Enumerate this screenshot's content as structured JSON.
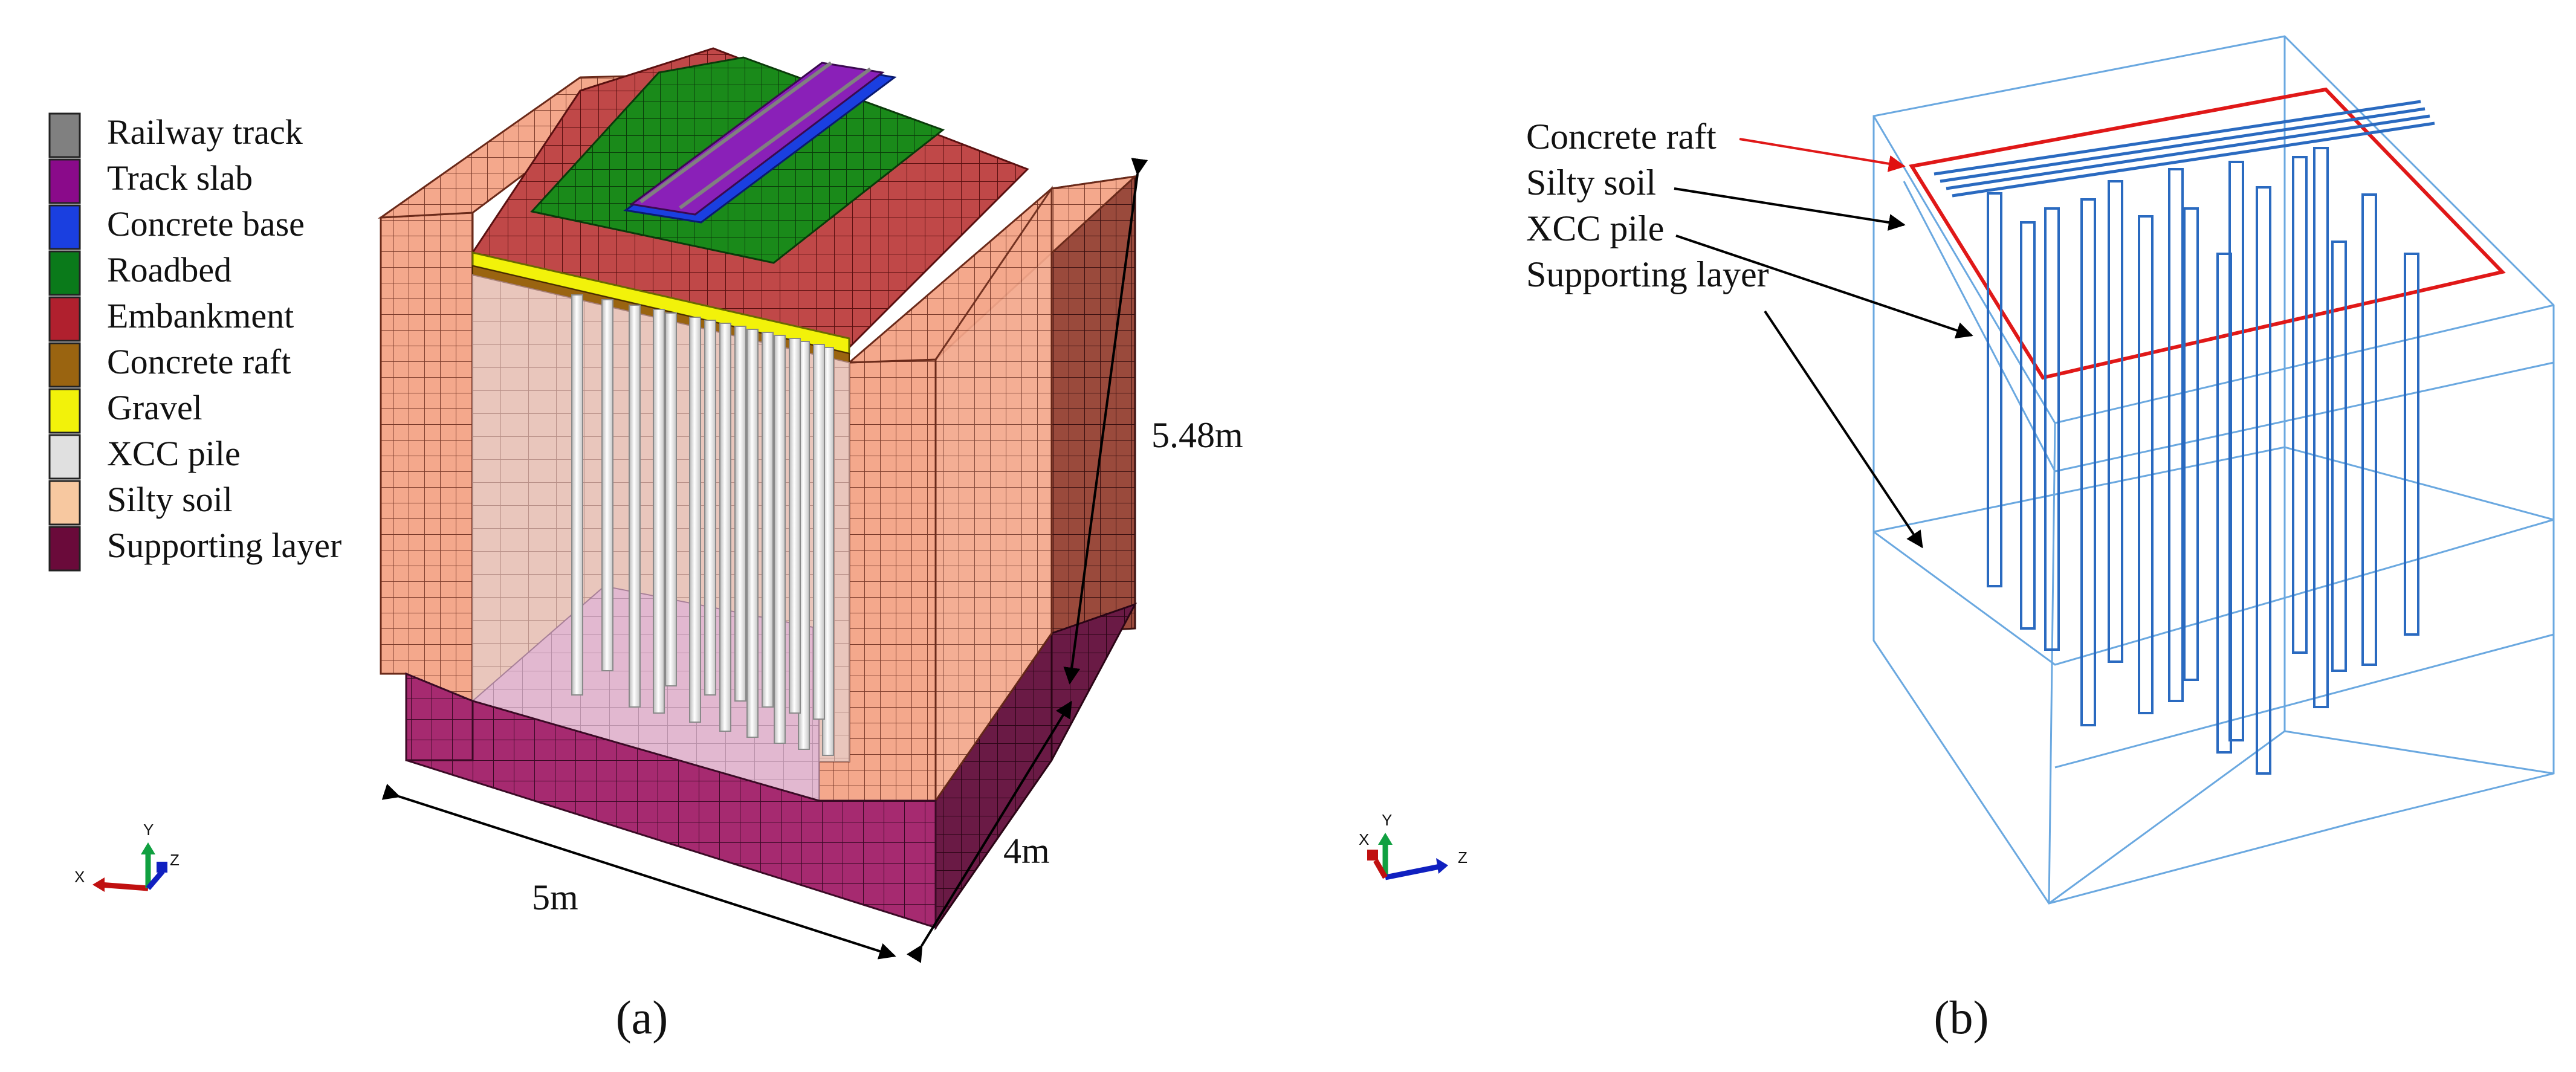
{
  "panel_a": {
    "legend": [
      {
        "label": "Railway track",
        "color": "#808080"
      },
      {
        "label": "Track slab",
        "color": "#8a0a8a"
      },
      {
        "label": "Concrete base",
        "color": "#1a3fe0"
      },
      {
        "label": "Roadbed",
        "color": "#0a7a1a"
      },
      {
        "label": "Embankment",
        "color": "#b0202e"
      },
      {
        "label": "Concrete raft",
        "color": "#9a6410"
      },
      {
        "label": "Gravel",
        "color": "#f2f20a"
      },
      {
        "label": "XCC pile",
        "color": "#e0e0e0"
      },
      {
        "label": "Silty soil",
        "color": "#f7c8a0"
      },
      {
        "label": "Supporting layer",
        "color": "#6a0a3a"
      }
    ],
    "dimensions": {
      "width": "5m",
      "depth": "4m",
      "height": "5.48m"
    },
    "axes": {
      "x": "X",
      "y": "Y",
      "z": "Z"
    },
    "caption": "(a)"
  },
  "panel_b": {
    "callouts": [
      "Concrete raft",
      "Silty soil",
      "XCC pile",
      "Supporting layer"
    ],
    "axes": {
      "x": "X",
      "y": "Y",
      "z": "Z"
    },
    "caption": "(b)"
  }
}
